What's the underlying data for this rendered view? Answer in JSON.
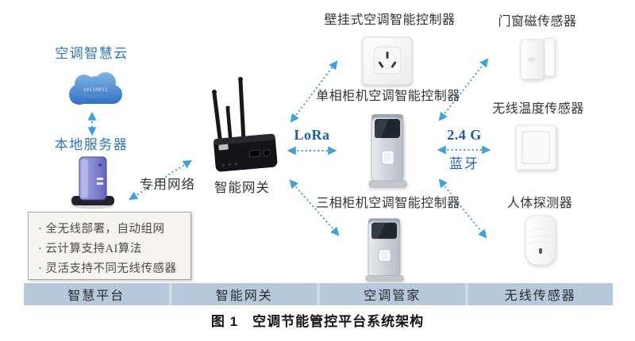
{
  "figure": {
    "caption": "图 1　空调节能管控平台系统架构"
  },
  "nodes": {
    "cloud": "空调智慧云",
    "cloud_binary": "10110011",
    "server": "本地服务器",
    "gateway": "智能网关"
  },
  "links": {
    "private_network": "专用网络",
    "lora": "LoRa",
    "freq": "2.4 G",
    "bluetooth": "蓝牙"
  },
  "controllers": [
    {
      "label": "壁挂式空调智能控制器"
    },
    {
      "label": "单相柜机空调智能控制器"
    },
    {
      "label": "三相柜机空调智能控制器"
    }
  ],
  "sensors": [
    {
      "label": "门窗磁传感器"
    },
    {
      "label": "无线温度传感器"
    },
    {
      "label": "人体探测器"
    }
  ],
  "features": {
    "items": [
      "全无线部署，自动组网",
      "云计算支持AI算法",
      "灵活支持不同无线传感器"
    ]
  },
  "bottom_bar": {
    "sections": [
      "智慧平台",
      "智能网关",
      "空调管家",
      "无线传感器"
    ]
  },
  "colors": {
    "label_blue": "#2e75b6",
    "link_blue": "#1d5c9e",
    "arrow_blue": "#41a0d9",
    "bar_fill": "#b6c8dc",
    "bar_divider": "#cddbe9",
    "cloud_fill_top": "#8ec4ef",
    "cloud_fill_bottom": "#2a66bd"
  }
}
